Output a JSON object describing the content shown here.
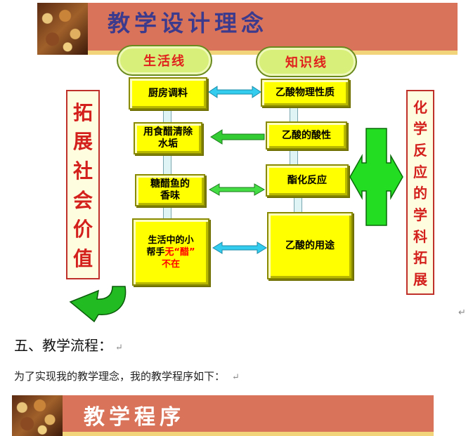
{
  "banner_top": {
    "title": "教学设计理念"
  },
  "clouds": {
    "life": "生活线",
    "knowledge": "知识线"
  },
  "life_boxes": [
    {
      "line1": "厨房调料"
    },
    {
      "line1": "用食醋清除",
      "line2": "水垢"
    },
    {
      "line1": "糖醋鱼的",
      "line2": "香味"
    },
    {
      "line1": "生活中的小",
      "line2a": "帮手",
      "line2b": "无“醋”",
      "line3": "不在"
    }
  ],
  "knowledge_boxes": [
    {
      "line1": "乙酸物理性质"
    },
    {
      "line1": "乙酸的酸性"
    },
    {
      "line1": "酯化反应"
    },
    {
      "line1": "乙酸的用途"
    }
  ],
  "left_side": [
    "拓",
    "展",
    "社",
    "会",
    "价",
    "值"
  ],
  "right_side": [
    "化",
    "学",
    "反",
    "应",
    "的",
    "学",
    "科",
    "拓",
    "展"
  ],
  "section": {
    "heading": "五、教学流程：",
    "intro": "为了实现我的教学理念，我的教学程序如下："
  },
  "banner_bottom": {
    "title": "教学程序"
  },
  "paragraph_mark": "↵",
  "colors": {
    "banner": "#d9745a",
    "box": "#ffff00",
    "cyan_arrow": "#33ccee",
    "green_arrow": "#33cc33",
    "side_text": "#d3201c"
  }
}
